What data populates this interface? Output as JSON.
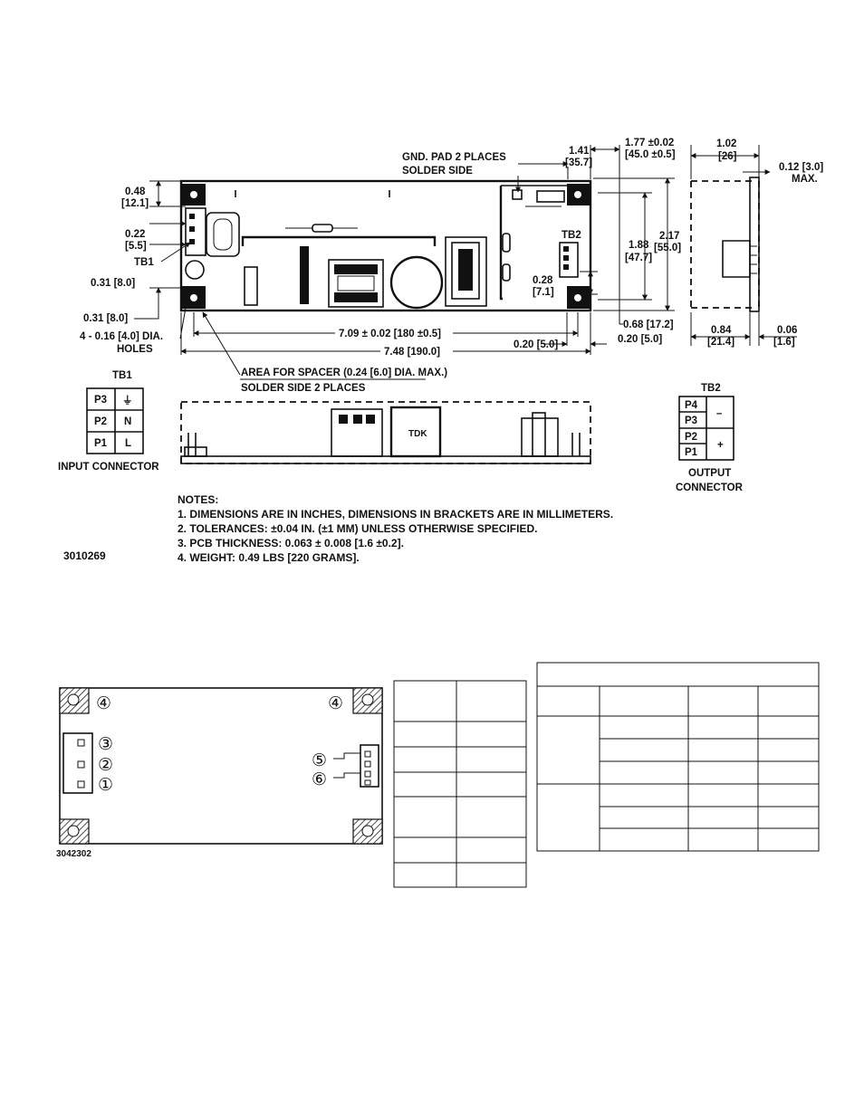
{
  "top_view": {
    "gnd_pad_line1": "GND. PAD 2 PLACES",
    "gnd_pad_line2": "SOLDER SIDE",
    "dim_141": "1.41",
    "dim_141_mm": "[35.7]",
    "dim_177": "1.77 ±0.02",
    "dim_177_mm": "[45.0 ±0.5]",
    "dim_048": "0.48",
    "dim_048_mm": "[12.1]",
    "dim_022": "0.22",
    "dim_022_mm": "[5.5]",
    "tb1_label": "TB1",
    "dim_031_top": "0.31 [8.0]",
    "dim_031_bottom": "0.31 [8.0]",
    "holes_line1": "4 - 0.16 [4.0] DIA.",
    "holes_line2": "HOLES",
    "tb2_label": "TB2",
    "dim_028": "0.28",
    "dim_028_mm": "[7.1]",
    "dim_188": "1.88",
    "dim_188_mm": "[47.7]",
    "dim_217": "2.17",
    "dim_217_mm": "[55.0]",
    "dim_068": "0.68 [17.2]",
    "dim_020_right": "0.20 [5.0]",
    "dim_709": "7.09 ± 0.02 [180 ±0.5]",
    "dim_020_bottom": "0.20 [5.0]",
    "dim_748": "7.48 [190.0]",
    "spacer_line1": "AREA FOR SPACER (0.24 [6.0] DIA. MAX.)",
    "spacer_line2": "SOLDER SIDE 2 PLACES",
    "tdk_mark": "TDK"
  },
  "side_view": {
    "dim_102": "1.02",
    "dim_102_mm": "[26]",
    "dim_012": "0.12 [3.0]",
    "dim_012_max": "MAX.",
    "dim_084": "0.84",
    "dim_084_mm": "[21.4]",
    "dim_006": "0.06",
    "dim_006_mm": "[1.6]"
  },
  "input_connector": {
    "title": "TB1",
    "rows": [
      {
        "pin": "P3",
        "signal": "⏚"
      },
      {
        "pin": "P2",
        "signal": "N"
      },
      {
        "pin": "P1",
        "signal": "L"
      }
    ],
    "caption": "INPUT CONNECTOR"
  },
  "output_connector": {
    "title": "TB2",
    "pins": [
      "P4",
      "P3",
      "P2",
      "P1"
    ],
    "minus": "–",
    "plus": "+",
    "caption_line1": "OUTPUT",
    "caption_line2": "CONNECTOR"
  },
  "notes": {
    "heading": "NOTES:",
    "items": [
      "1. DIMENSIONS ARE IN INCHES,  DIMENSIONS IN BRACKETS ARE IN MILLIMETERS.",
      "2. TOLERANCES: ±0.04 IN. (±1 MM) UNLESS OTHERWISE SPECIFIED.",
      "3. PCB THICKNESS: 0.063 ± 0.008 [1.6 ±0.2].",
      "4. WEIGHT: 0.49 LBS [220 GRAMS]."
    ],
    "drawing_number": "3010269"
  },
  "pinout": {
    "markers": {
      "c4_left": "④",
      "c4_right": "④",
      "c3": "③",
      "c2": "②",
      "c1": "①",
      "c5": "⑤",
      "c6": "⑥"
    },
    "drawing_number": "3042302"
  }
}
